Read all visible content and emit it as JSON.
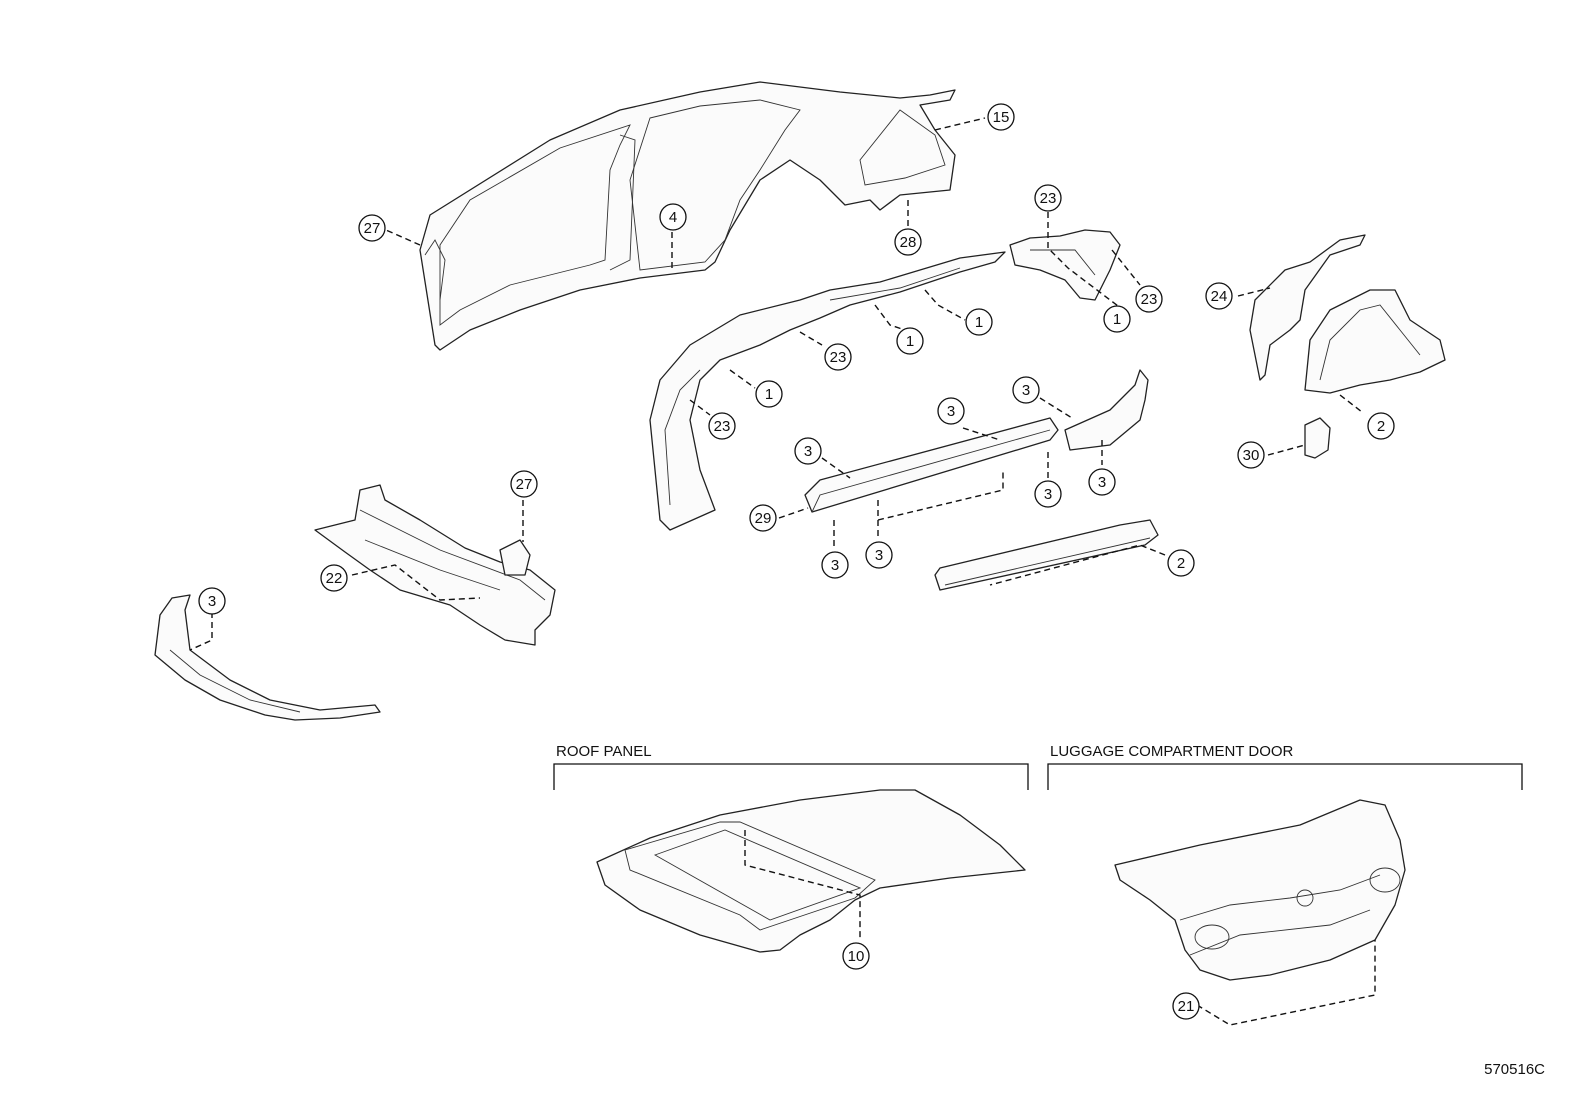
{
  "sections": {
    "roof_panel": "ROOF PANEL",
    "luggage_door": "LUGGAGE COMPARTMENT DOOR"
  },
  "diagram_id": "570516C",
  "callouts": [
    "15",
    "27",
    "4",
    "28",
    "23",
    "24",
    "23",
    "1",
    "1",
    "1",
    "23",
    "1",
    "2",
    "23",
    "3",
    "3",
    "3",
    "3",
    "29",
    "3",
    "3",
    "3",
    "30",
    "27",
    "22",
    "3",
    "2",
    "10",
    "21"
  ]
}
